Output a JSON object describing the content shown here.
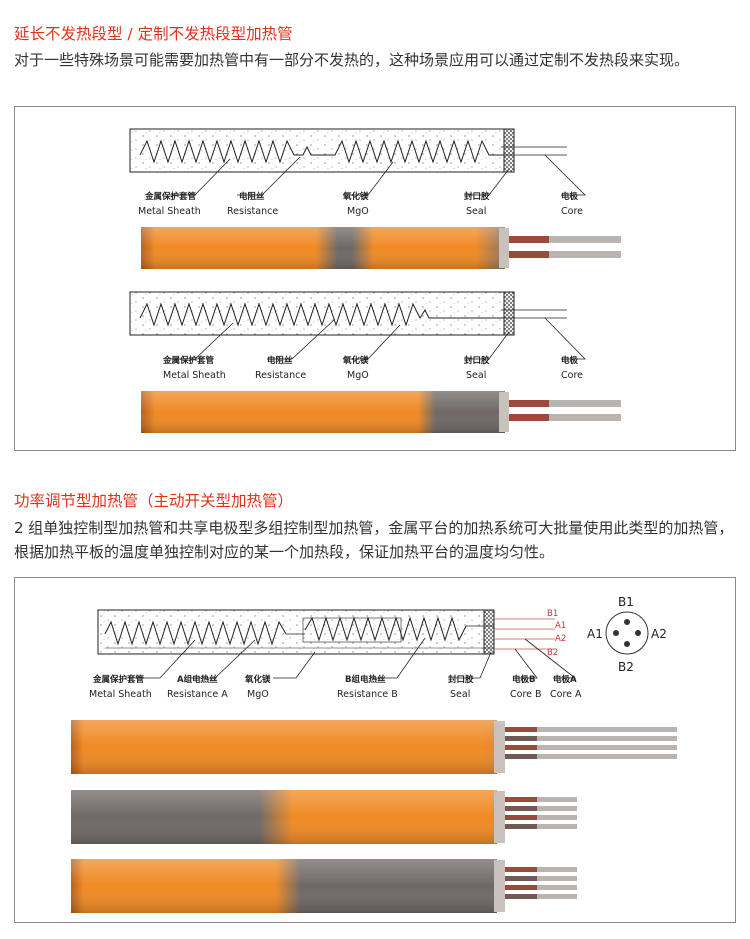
{
  "section1": {
    "title": "延长不发热段型 / 定制不发热段型加热管",
    "desc": "对于一些特殊场景可能需要加热管中有一部分不发热的，这种场景应用可以通过定制不发热段来实现。",
    "labels": [
      {
        "cn": "金属保护套管",
        "en": "Metal Sheath"
      },
      {
        "cn": "电阻丝",
        "en": "Resistance"
      },
      {
        "cn": "氧化镁",
        "en": "MgO"
      },
      {
        "cn": "封口胶",
        "en": "Seal"
      },
      {
        "cn": "电极",
        "en": "Core"
      }
    ]
  },
  "section2": {
    "title": "功率调节型加热管（主动开关型加热管）",
    "desc": "2 组单独控制型加热管和共享电极型多组控制型加热管，金属平台的加热系统可大批量使用此类型的加热管，根据加热平板的温度单独控制对应的某一个加热段，保证加热平台的温度均匀性。",
    "labels": [
      {
        "cn": "金属保护套管",
        "en": "Metal Sheath"
      },
      {
        "cn": "A组电热丝",
        "en": "Resistance A"
      },
      {
        "cn": "氧化镁",
        "en": "MgO"
      },
      {
        "cn": "B组电热丝",
        "en": "Resistance B"
      },
      {
        "cn": "封口胶",
        "en": "Seal"
      },
      {
        "cn": "电极B",
        "en": "Core B"
      },
      {
        "cn": "电极A",
        "en": "Core A"
      }
    ],
    "wires": [
      "B1",
      "A1",
      "A2",
      "B2"
    ],
    "pins": {
      "top": "B1",
      "left": "A1",
      "right": "A2",
      "bottom": "B2"
    }
  },
  "colors": {
    "accent": "#e0321c",
    "heated": "#f08a24",
    "unheated": "#6f6866",
    "wire_red": "#9c4a3c",
    "wire_gray": "#b9b4b0"
  }
}
